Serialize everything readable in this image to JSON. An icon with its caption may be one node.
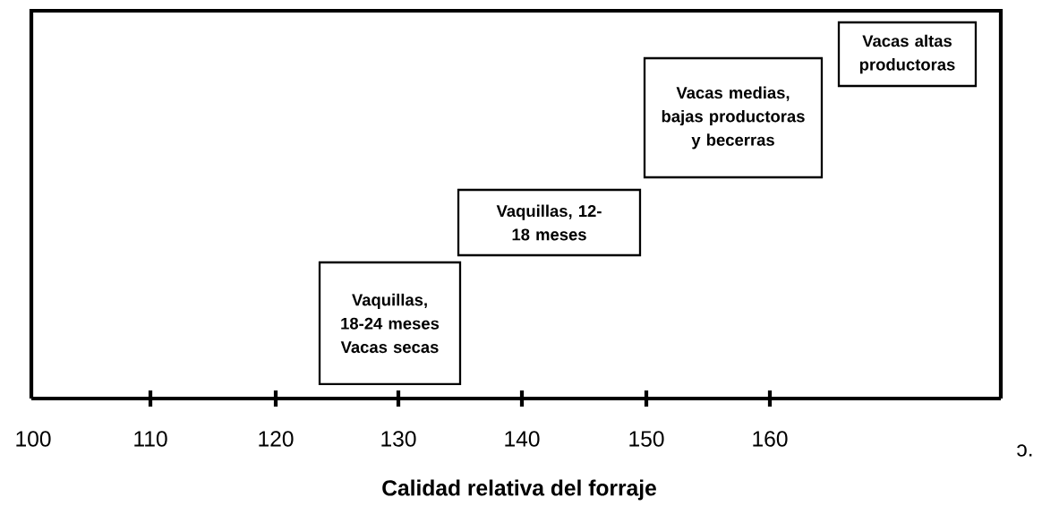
{
  "diagram": {
    "nodes": [
      {
        "text": [
          "Vaquillas, 18-24 meses Vacas secas"
        ]
      },
      {
        "text": [
          "Vaquillas, 12-18 meses"
        ]
      },
      {
        "text": [
          "Vacas medias, bajas productoras y becerras"
        ]
      },
      {
        "text": [
          "Vacas altas productoras"
        ]
      }
    ],
    "labels": [
      "100",
      "110",
      "120",
      "130",
      "140",
      "150",
      "160",
      "ɔ.",
      "Calidad relativa del forraje"
    ]
  }
}
